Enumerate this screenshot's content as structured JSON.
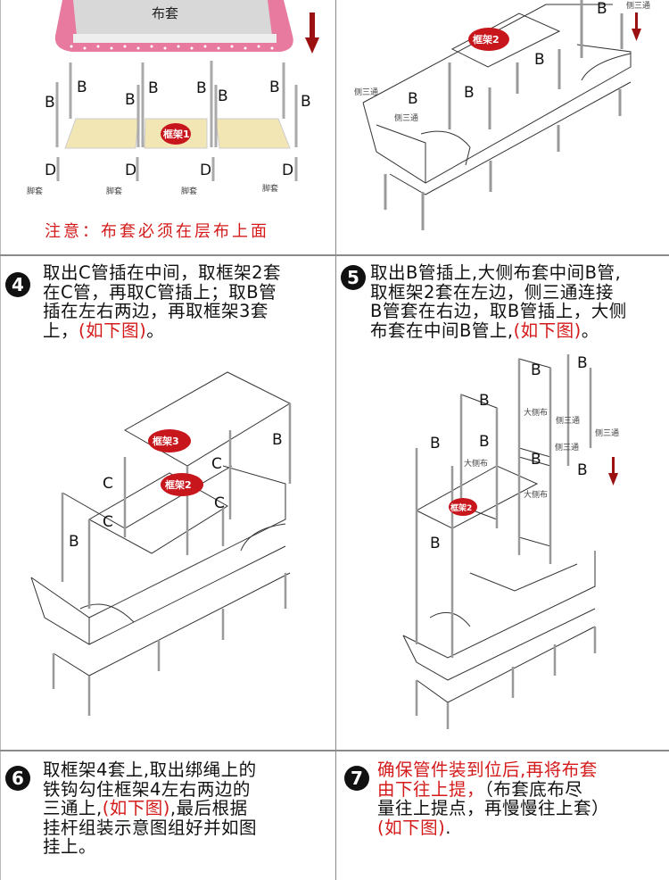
{
  "panel1": {
    "cover_label": "布套",
    "frame_badge": "框架1",
    "pipe_b": "B",
    "pipe_d": "D",
    "foot_cap": "脚套",
    "note": "注意：布套必须在层布上面",
    "arrow_color": "#9b1010",
    "cover_color": "#e87aa0"
  },
  "panel2": {
    "frame_badge": "框架2",
    "pipe_b": "B",
    "side_tee": "侧三通"
  },
  "step4": {
    "number": "4",
    "line1": "取出C管插在中间，取框架2套",
    "line2": "在C管，再取C管插上；取B管",
    "line3": "插在左右两边，再取框架3套",
    "line4_prefix": "上，",
    "line4_red": "(如下图)",
    "line4_suffix": "。",
    "badge_upper": "框架3",
    "badge_lower": "框架2",
    "pipe_b": "B",
    "pipe_c": "C"
  },
  "step5": {
    "number": "5",
    "line1": "取出B管插上,大侧布套中间B管,",
    "line2": "取框架2套在左边，侧三通连接",
    "line3": "B管套在右边，取B管插上，大侧",
    "line4_prefix": "布套在中间B管上,",
    "line4_red": "(如下图)",
    "line4_suffix": "。",
    "badge": "框架2",
    "pipe_b": "B",
    "big_side_cloth": "大侧布",
    "side_tee": "侧三通"
  },
  "step6": {
    "number": "6",
    "line1": "取框架4套上,取出绑绳上的",
    "line2": "铁钩勾住框架4左右两边的",
    "line3_prefix": "三通上,",
    "line3_red": "(如下图)",
    "line3_suffix": ",最后根据",
    "line4": "挂杆组装示意图组好并如图",
    "line5": "挂上。"
  },
  "step7": {
    "number": "7",
    "line1_red": "确保管件装到位后,再将布套",
    "line2_red": "由下往上提，",
    "line2_suffix": "（布套底布尽",
    "line3": "量往上提点，再慢慢往上套）",
    "line4_red": "(如下图)",
    "line4_suffix": "."
  },
  "colors": {
    "accent_red": "#d41a1a",
    "badge_red": "#c8161d",
    "shelf": "#f1e6b4"
  }
}
